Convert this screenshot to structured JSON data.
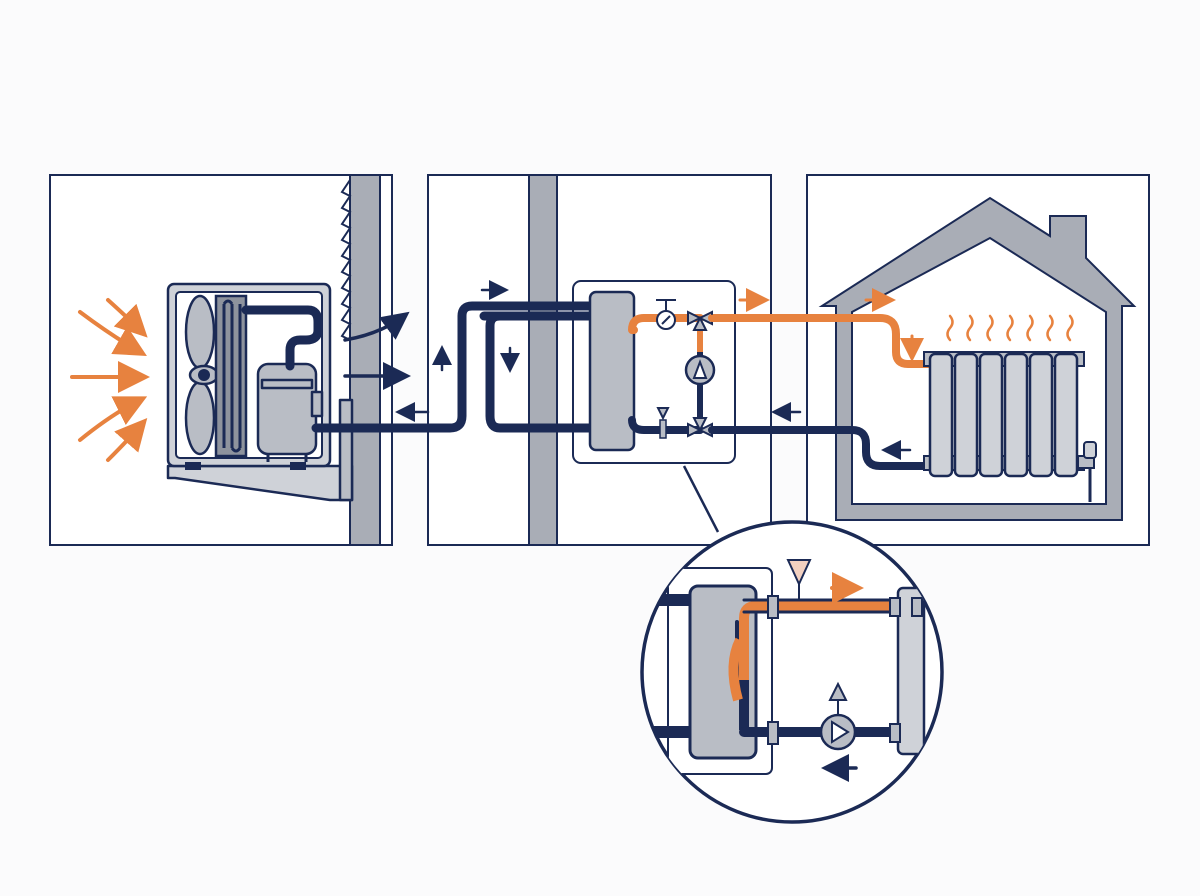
{
  "colors": {
    "navy": "#1b2a55",
    "orange": "#e7823f",
    "grey": "#b9bdc5",
    "wall": "#a9adb6",
    "background": "#fbfbfc"
  },
  "panels": [
    {
      "name": "outdoor-unit-panel"
    },
    {
      "name": "through-wall-piping-panel"
    },
    {
      "name": "house-radiator-panel"
    }
  ],
  "components": {
    "outdoor_unit": [
      "fan-icon",
      "condenser-coil",
      "compressor-icon",
      "mounting-bracket"
    ],
    "hydraulic_module": [
      "heat-exchanger",
      "pressure-gauge-icon",
      "three-way-valve-icon",
      "circulation-pump-icon",
      "air-vent-icon"
    ],
    "house": [
      "house-outline",
      "radiator",
      "thermostatic-valve-icon",
      "heat-waves"
    ],
    "detail_view": [
      "magnified-heat-exchanger",
      "air-vent-icon",
      "circulation-pump-icon",
      "radiator-connector"
    ]
  }
}
